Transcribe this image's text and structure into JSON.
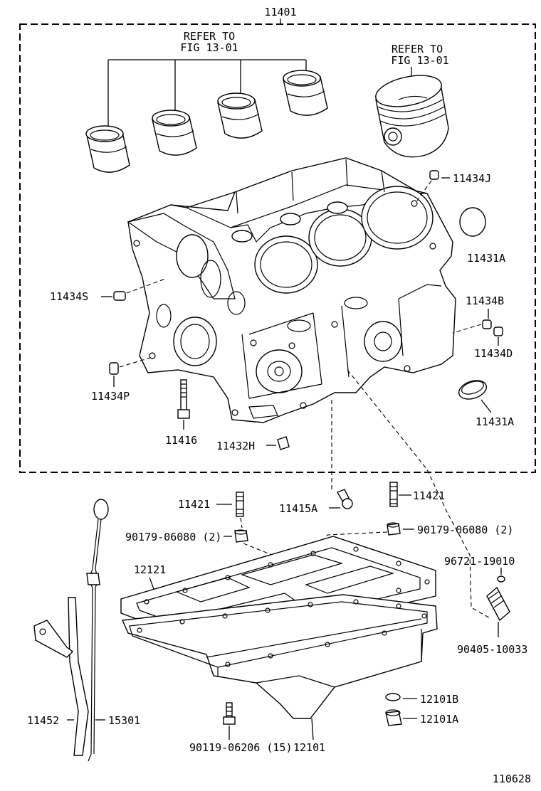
{
  "figure_number": "110628",
  "assembly_label": "11401",
  "refer_bearings": [
    "REFER TO",
    "FIG 13-01"
  ],
  "refer_piston": [
    "REFER TO",
    "FIG 13-01"
  ],
  "labels": {
    "p11434J": "11434J",
    "p11431A_top": "11431A",
    "p11434S": "11434S",
    "p11434B": "11434B",
    "p11434D": "11434D",
    "p11434P": "11434P",
    "p11431A_bottom": "11431A",
    "p11416": "11416",
    "p11432H": "11432H",
    "p11421_left": "11421",
    "p11421_right": "11421",
    "p11415A": "11415A",
    "p90179_left": "90179-06080 (2)",
    "p90179_right": "90179-06080 (2)",
    "p96721": "96721-19010",
    "p12121": "12121",
    "p90405": "90405-10033",
    "p12101B": "12101B",
    "p12101A": "12101A",
    "p11452": "11452",
    "p15301": "15301",
    "p90119": "90119-06206 (15)",
    "p12101": "12101"
  }
}
